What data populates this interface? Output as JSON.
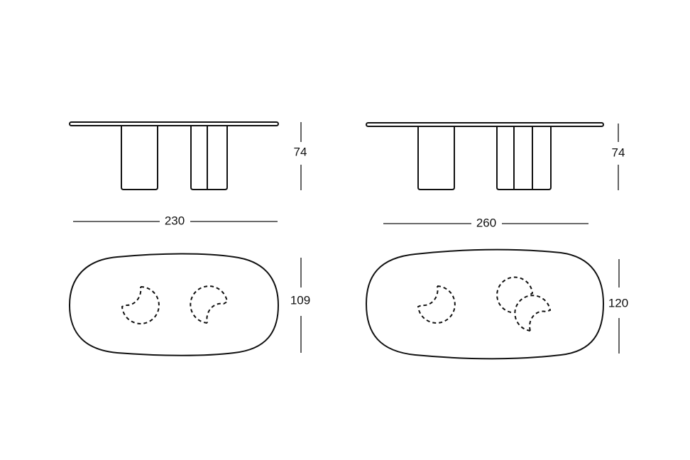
{
  "drawings": [
    {
      "name": "table-230",
      "height_label": "74",
      "length_label": "230",
      "width_label": "109"
    },
    {
      "name": "table-260",
      "height_label": "74",
      "length_label": "260",
      "width_label": "120"
    }
  ]
}
